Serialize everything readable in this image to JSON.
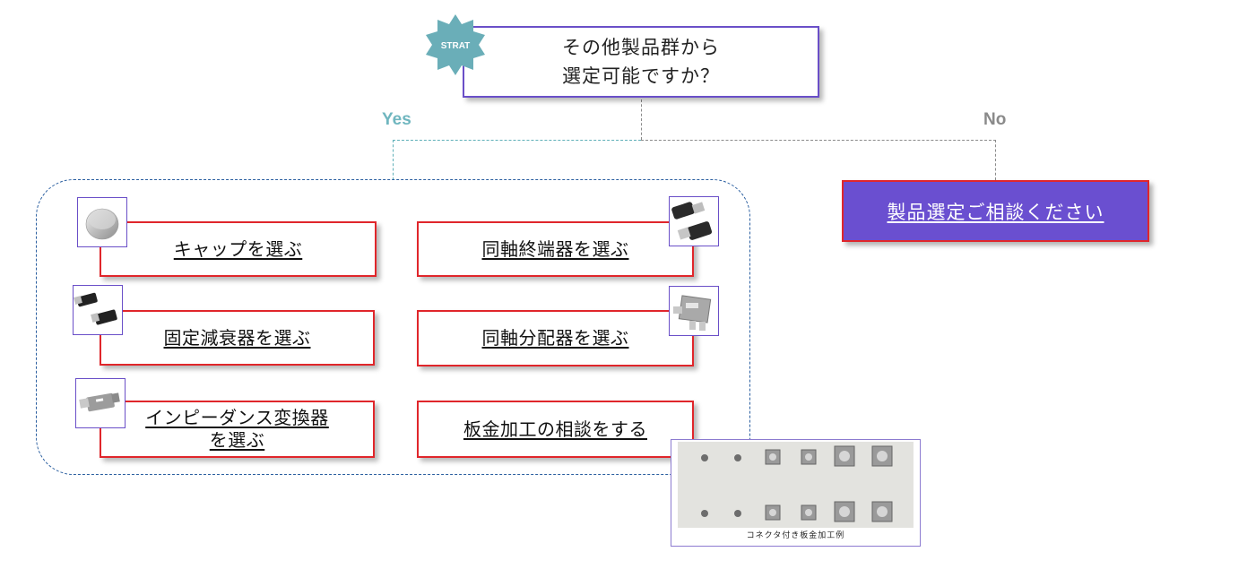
{
  "start": {
    "badge": "STRAT",
    "question_line1": "その他製品群から",
    "question_line2": "選定可能ですか？"
  },
  "branches": {
    "yes": "Yes",
    "no": "No"
  },
  "options": {
    "cap": "キャップを選ぶ",
    "coax_terminator": "同軸終端器を選ぶ",
    "fixed_attenuator": "固定減衰器を選ぶ",
    "coax_divider": "同軸分配器を選ぶ",
    "impedance_converter_line1": "インピーダンス変換器",
    "impedance_converter_line2": "を選ぶ",
    "sheet_metal": "板金加工の相談をする"
  },
  "consult": {
    "label": "製品選定ご相談ください"
  },
  "example": {
    "caption": "コネクタ付き板金加工例"
  },
  "colors": {
    "start_border": "#6a4fc8",
    "badge": "#6aaeb8",
    "yes": "#6fb6bf",
    "no": "#8a8a8a",
    "option_border": "#e0262b",
    "consult_fill": "#6a4fd0",
    "group_border": "#2b5fa0"
  }
}
